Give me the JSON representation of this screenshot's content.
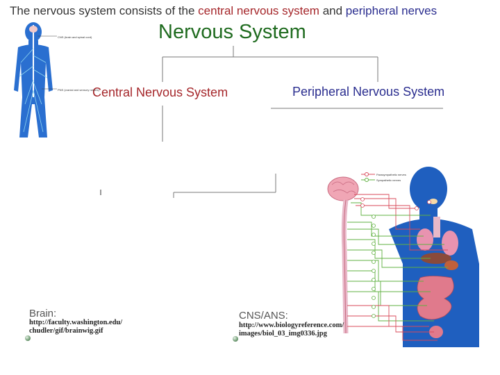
{
  "header": {
    "prefix": "The nervous system consists of the ",
    "cns_text": "central nervous system",
    "middle": " and ",
    "pns_text": "peripheral nerves"
  },
  "diagram": {
    "title": "Nervous System",
    "central_label": "Central Nervous System",
    "peripheral_label": "Peripheral Nervous System"
  },
  "body_figure": {
    "label_cns": "CNS (brain and spinal cord)",
    "label_pns": "PNS (cranial and sensory nerves)"
  },
  "ans_figure": {
    "legend_parasympathetic": "Parasympathetic nerves",
    "legend_sympathetic": "Sympathetic nerves"
  },
  "sources": {
    "brain_label": "Brain:",
    "brain_url_line1": "http://faculty.washington.edu/",
    "brain_url_line2": "chudler/gif/brainwig.gif",
    "ans_label": "CNS/ANS:",
    "ans_url_line1": "http://www.biologyreference.com/",
    "ans_url_line2": "images/biol_03_img0336.jpg"
  },
  "colors": {
    "cns": "#a5262a",
    "pns": "#2a2d8f",
    "title": "#1f6b1f",
    "body_blue": "#1f5fbf",
    "parasympathetic": "#d84a5a",
    "sympathetic": "#5fb040"
  }
}
